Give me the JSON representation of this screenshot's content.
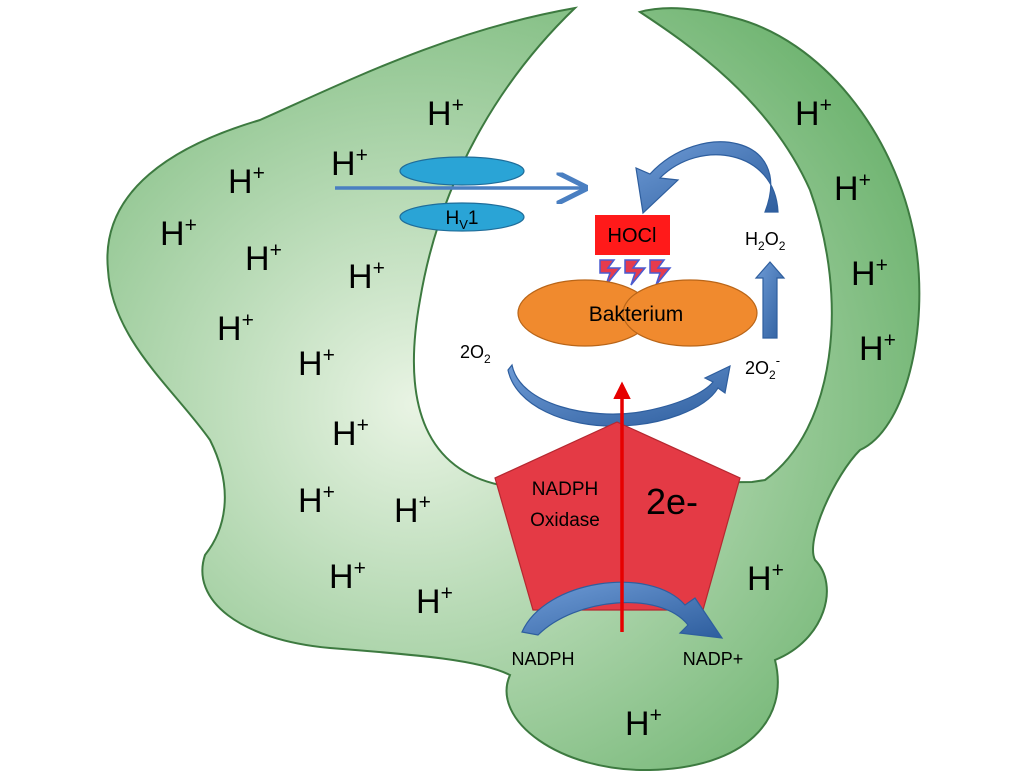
{
  "colors": {
    "cell_fill_center": "#e9f4e4",
    "cell_fill_edge": "#6bb26d",
    "cell_stroke": "#3d7a40",
    "channel_fill": "#2aa4d6",
    "channel_stroke": "#1f6d9a",
    "proton_arrow": "#4a7fc1",
    "bacterium_fill": "#f08a2e",
    "bacterium_stroke": "#b96518",
    "hocl_fill": "#ff1a1a",
    "bolt_fill": "#e53b4d",
    "bolt_stroke": "#4a5bd0",
    "nadph_oxidase_fill": "#e43a45",
    "nadph_oxidase_stroke": "#b52830",
    "electron_arrow": "#e60000",
    "curved_arrow_light": "#6e9bd6",
    "curved_arrow_dark": "#2e5e9e"
  },
  "labels": {
    "h_ion": {
      "base": "H",
      "sup": "+"
    },
    "channel": {
      "main": "H",
      "sub": "V",
      "tail": "1"
    },
    "hocl": "HOCl",
    "bacterium": "Bakterium",
    "h2o2": {
      "a": "H",
      "b": "2",
      "c": "O",
      "d": "2"
    },
    "o2_left": {
      "a": "2O",
      "b": "2"
    },
    "o2_right": {
      "a": "2O",
      "b": "2",
      "c": "-"
    },
    "nadph_oxidase_line1": "NADPH",
    "nadph_oxidase_line2": "Oxidase",
    "electrons": "2e-",
    "nadph": "NADPH",
    "nadp_plus": "NADP+"
  }
}
